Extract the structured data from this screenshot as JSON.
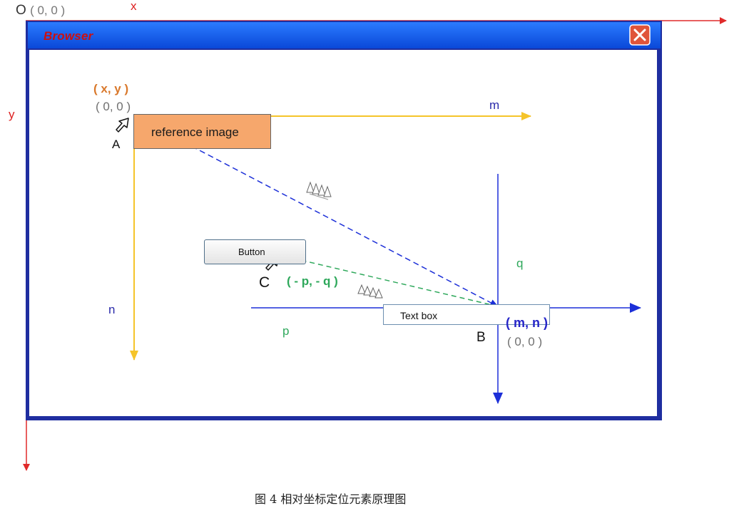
{
  "origin": {
    "letter": "O",
    "coords": "( 0, 0 )"
  },
  "axes": {
    "x_label": "x",
    "y_label": "y"
  },
  "window": {
    "title": "Browser",
    "close_icon": "close-icon"
  },
  "reference_image": {
    "label": "reference image",
    "coords_symbolic": "( x,  y )",
    "coords_zero": "( 0, 0 )",
    "point_label": "A"
  },
  "button": {
    "label": "Button",
    "point_label": "C",
    "offset": "( - p,  - q )"
  },
  "text_box": {
    "label": "Text box",
    "point_label": "B",
    "coords_symbolic": "( m,  n )",
    "coords_zero": "( 0,  0 )"
  },
  "distances": {
    "m": "m",
    "n": "n",
    "p": "p",
    "q": "q"
  },
  "caption": "图 4  相对坐标定位元素原理图",
  "colors": {
    "window_frame": "#1f2ea0",
    "titlebar": "#1a5ff0",
    "close_button": "#e0543a",
    "screen_axis": "#e02a2a",
    "reference_axis": "#f5c42a",
    "target_axis": "#1c2fd8",
    "offset_line": "#2ea85b",
    "reference_fill": "#f6a76c"
  }
}
